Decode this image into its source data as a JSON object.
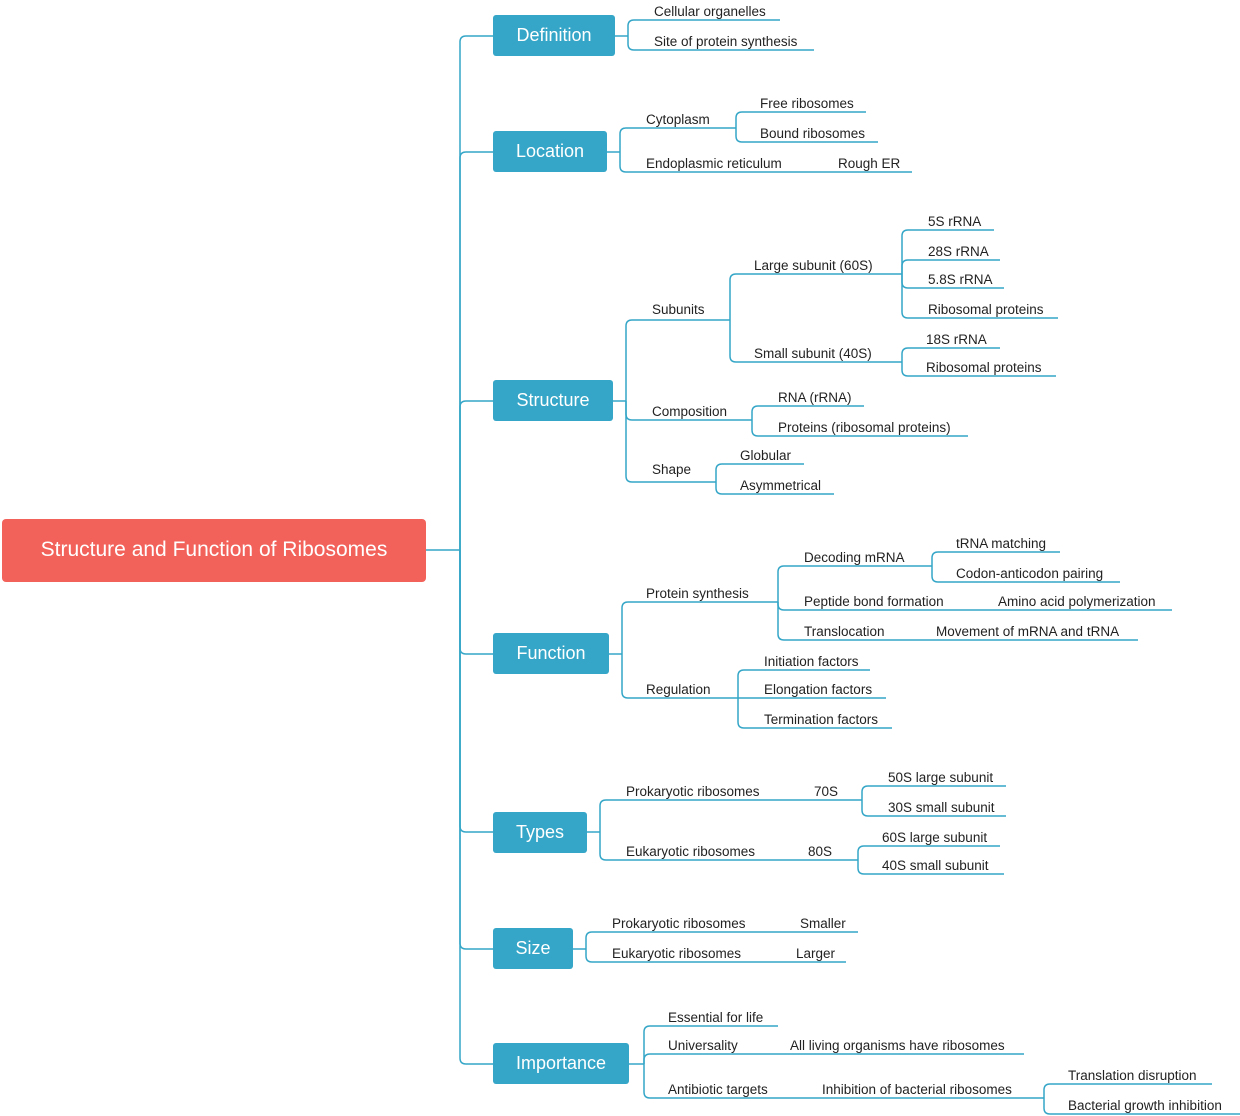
{
  "mindmap": {
    "title": "Structure and Function of Ribosomes",
    "colors": {
      "root": "#f2625a",
      "branch": "#35a6c7",
      "line": "#35a6c7",
      "text": "#222222"
    },
    "branches": {
      "definition": {
        "label": "Definition",
        "items": [
          "Cellular organelles",
          "Site of protein synthesis"
        ]
      },
      "location": {
        "label": "Location",
        "cytoplasm": {
          "label": "Cytoplasm",
          "items": [
            "Free ribosomes",
            "Bound ribosomes"
          ]
        },
        "er": {
          "label": "Endoplasmic reticulum",
          "child": "Rough ER"
        }
      },
      "structure": {
        "label": "Structure",
        "subunits": {
          "label": "Subunits",
          "large": {
            "label": "Large subunit (60S)",
            "items": [
              "5S rRNA",
              "28S rRNA",
              "5.8S rRNA",
              "Ribosomal proteins"
            ]
          },
          "small": {
            "label": "Small subunit (40S)",
            "items": [
              "18S rRNA",
              "Ribosomal proteins"
            ]
          }
        },
        "composition": {
          "label": "Composition",
          "items": [
            "RNA (rRNA)",
            "Proteins (ribosomal proteins)"
          ]
        },
        "shape": {
          "label": "Shape",
          "items": [
            "Globular",
            "Asymmetrical"
          ]
        }
      },
      "function": {
        "label": "Function",
        "protein_synthesis": {
          "label": "Protein synthesis",
          "decoding": {
            "label": "Decoding mRNA",
            "items": [
              "tRNA matching",
              "Codon-anticodon pairing"
            ]
          },
          "peptide": {
            "label": "Peptide bond formation",
            "child": "Amino acid polymerization"
          },
          "translocation": {
            "label": "Translocation",
            "child": "Movement of mRNA and tRNA"
          }
        },
        "regulation": {
          "label": "Regulation",
          "items": [
            "Initiation factors",
            "Elongation factors",
            "Termination factors"
          ]
        }
      },
      "types": {
        "label": "Types",
        "prokaryotic": {
          "label": "Prokaryotic ribosomes",
          "value": "70S",
          "items": [
            "50S large subunit",
            "30S small subunit"
          ]
        },
        "eukaryotic": {
          "label": "Eukaryotic ribosomes",
          "value": "80S",
          "items": [
            "60S large subunit",
            "40S small subunit"
          ]
        }
      },
      "size": {
        "label": "Size",
        "prokaryotic": {
          "label": "Prokaryotic ribosomes",
          "child": "Smaller"
        },
        "eukaryotic": {
          "label": "Eukaryotic ribosomes",
          "child": "Larger"
        }
      },
      "importance": {
        "label": "Importance",
        "essential": "Essential for life",
        "universality": {
          "label": "Universality",
          "child": "All living organisms have ribosomes"
        },
        "antibiotic": {
          "label": "Antibiotic targets",
          "child": "Inhibition of bacterial ribosomes",
          "items": [
            "Translation disruption",
            "Bacterial growth inhibition"
          ]
        }
      }
    }
  }
}
